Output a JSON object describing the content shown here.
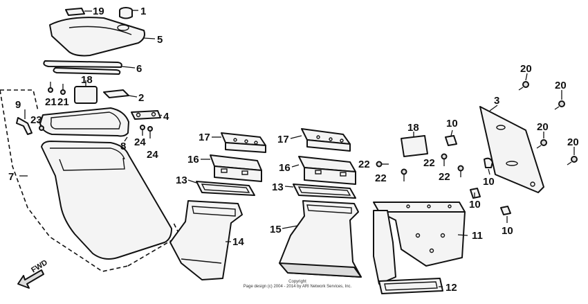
{
  "callouts": {
    "p1": "1",
    "p2": "2",
    "p3": "3",
    "p4": "4",
    "p5": "5",
    "p6": "6",
    "p7": "7",
    "p8": "8",
    "p9": "9",
    "p10a": "10",
    "p10b": "10",
    "p10c": "10",
    "p10d": "10",
    "p11": "11",
    "p12": "12",
    "p13a": "13",
    "p13b": "13",
    "p14": "14",
    "p15": "15",
    "p16a": "16",
    "p16b": "16",
    "p17a": "17",
    "p17b": "17",
    "p18a": "18",
    "p18b": "18",
    "p19": "19",
    "p20a": "20",
    "p20b": "20",
    "p20c": "20",
    "p20d": "20",
    "p21a": "21",
    "p21b": "21",
    "p22a": "22",
    "p22b": "22",
    "p22c": "22",
    "p22d": "22",
    "p23": "23",
    "p24a": "24",
    "p24b": "24"
  },
  "fwd_label": "FWD",
  "copyright_line1": "Copyright",
  "copyright_line2": "Page design (c) 2004 - 2014 by ARI Network Services, Inc."
}
